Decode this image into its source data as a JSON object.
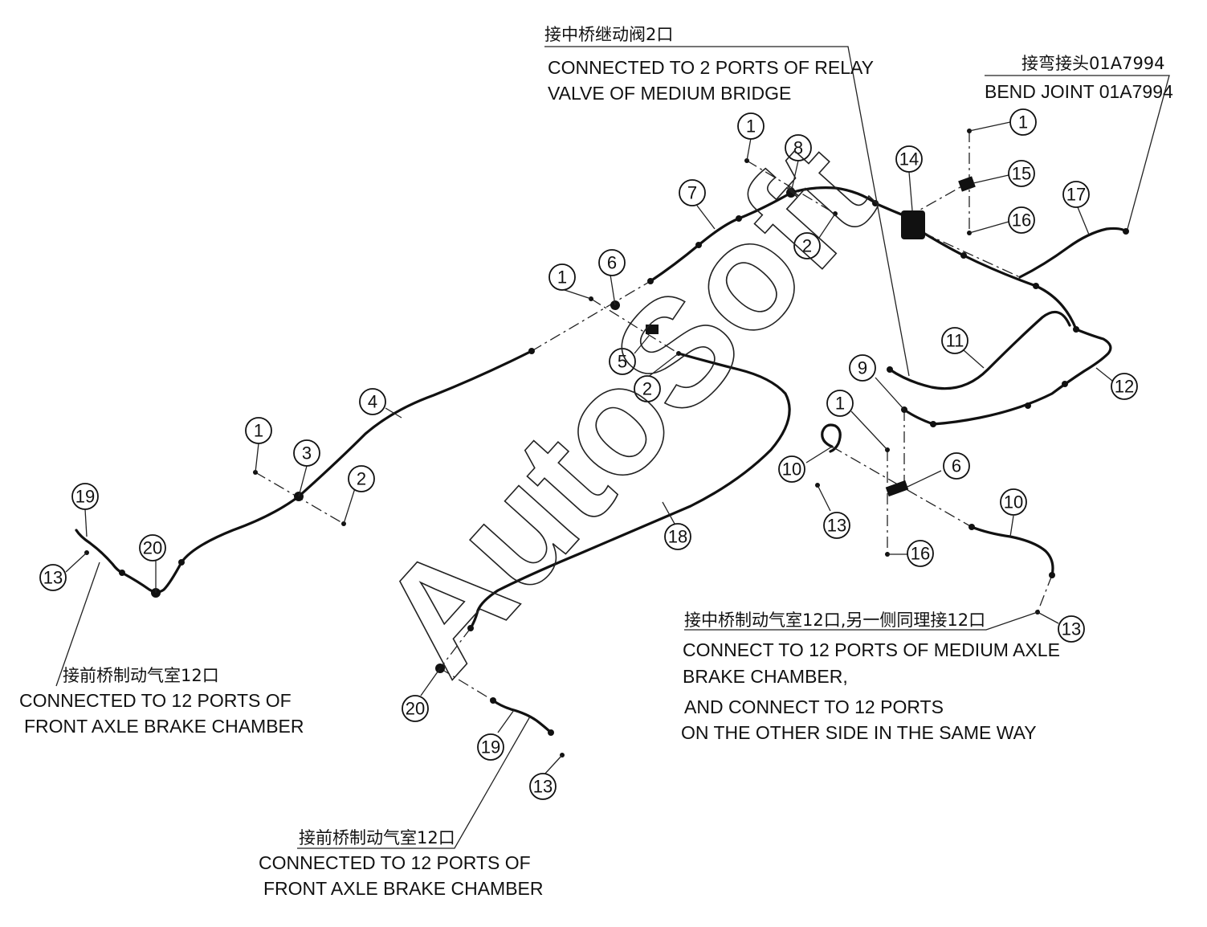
{
  "watermark": "AutoSoft",
  "balloons": [
    "1",
    "2",
    "3",
    "4",
    "5",
    "6",
    "7",
    "8",
    "9",
    "10",
    "11",
    "12",
    "13",
    "14",
    "15",
    "16",
    "17",
    "18",
    "19",
    "20"
  ],
  "notes": {
    "relay_cn": "接中桥继动阀2口",
    "relay_en1": "CONNECTED TO 2 PORTS OF RELAY",
    "relay_en2": "VALVE OF MEDIUM BRIDGE",
    "bend_cn": "接弯接头01A7994",
    "bend_en": "BEND JOINT 01A7994",
    "medium_cn": "接中桥制动气室12口,另一侧同理接12口",
    "medium_en1": "CONNECT TO 12 PORTS OF MEDIUM AXLE",
    "medium_en2": "BRAKE CHAMBER,",
    "medium_en3": "AND CONNECT TO 12 PORTS",
    "medium_en4": "ON THE OTHER SIDE IN THE SAME WAY",
    "front_cn": "接前桥制动气室12口",
    "front_en1": "CONNECTED TO 12 PORTS OF",
    "front_en2": "FRONT AXLE BRAKE CHAMBER",
    "front2_cn": "接前桥制动气室12口",
    "front2_en1": "CONNECTED TO 12 PORTS OF",
    "front2_en2": "FRONT AXLE BRAKE CHAMBER"
  }
}
